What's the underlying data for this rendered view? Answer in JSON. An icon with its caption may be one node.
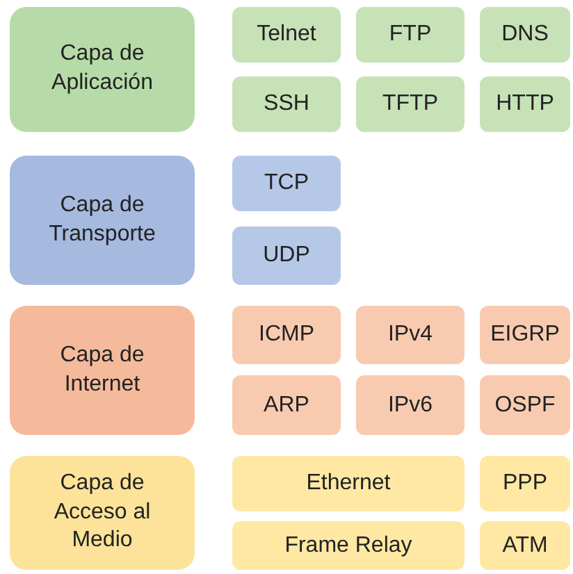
{
  "diagram": {
    "nodes": [
      {
        "text": [
          "Capa de Aplicación"
        ]
      },
      {
        "text": [
          "Telnet"
        ]
      },
      {
        "text": [
          "FTP"
        ]
      },
      {
        "text": [
          "DNS"
        ]
      },
      {
        "text": [
          "SSH"
        ]
      },
      {
        "text": [
          "TFTP"
        ]
      },
      {
        "text": [
          "HTTP"
        ]
      },
      {
        "text": [
          "Capa de Transporte"
        ]
      },
      {
        "text": [
          "TCP"
        ]
      },
      {
        "text": [
          "UDP"
        ]
      },
      {
        "text": [
          "Capa de Internet"
        ]
      },
      {
        "text": [
          "ICMP"
        ]
      },
      {
        "text": [
          "IPv4"
        ]
      },
      {
        "text": [
          "EIGRP"
        ]
      },
      {
        "text": [
          "ARP"
        ]
      },
      {
        "text": [
          "IPv6"
        ]
      },
      {
        "text": [
          "OSPF"
        ]
      },
      {
        "text": [
          "Capa de Acceso al Medio"
        ]
      },
      {
        "text": [
          "Ethernet"
        ]
      },
      {
        "text": [
          "PPP"
        ]
      },
      {
        "text": [
          "Frame Relay"
        ]
      },
      {
        "text": [
          "ATM"
        ]
      }
    ]
  }
}
